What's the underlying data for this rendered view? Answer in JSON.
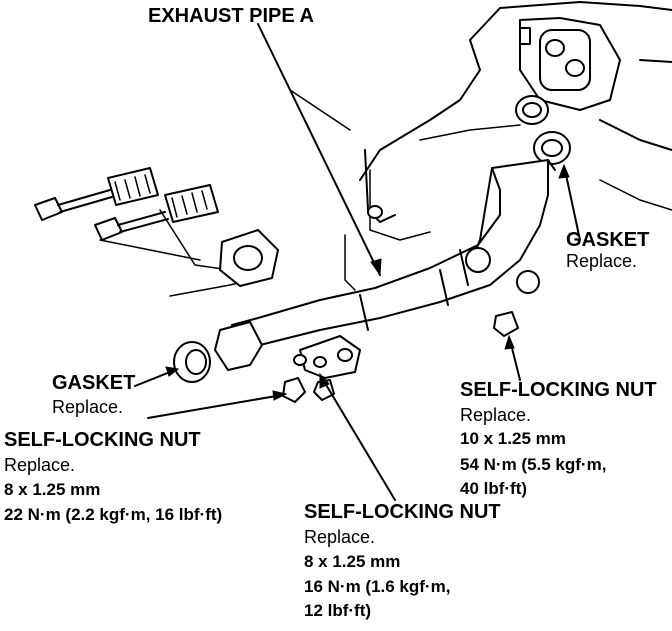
{
  "labels": {
    "exhaust_pipe": "EXHAUST PIPE A",
    "gasket_right": {
      "title": "GASKET",
      "note": "Replace."
    },
    "gasket_left": {
      "title": "GASKET",
      "note": "Replace."
    },
    "nut_right": {
      "title": "SELF-LOCKING NUT",
      "note": "Replace.",
      "size": "10 x 1.25 mm",
      "torque_line1": "54 N·m (5.5 kgf·m,",
      "torque_line2": "40 lbf·ft)"
    },
    "nut_left": {
      "title": "SELF-LOCKING NUT",
      "note": "Replace.",
      "size": "8 x 1.25 mm",
      "torque_line1": "22 N·m (2.2 kgf·m, 16 lbf·ft)"
    },
    "nut_center": {
      "title": "SELF-LOCKING NUT",
      "note": "Replace.",
      "size": "8 x 1.25 mm",
      "torque_line1": "16 N·m (1.6 kgf·m,",
      "torque_line2": "12 lbf·ft)"
    }
  },
  "colors": {
    "ink": "#000000",
    "paper": "#ffffff"
  }
}
